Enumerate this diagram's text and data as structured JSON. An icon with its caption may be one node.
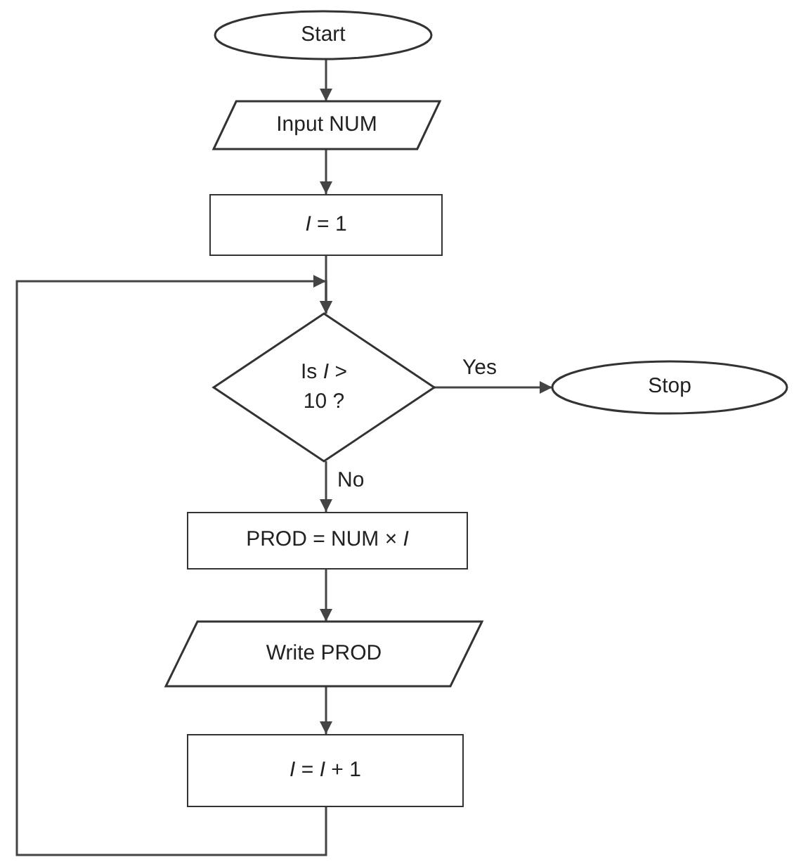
{
  "diagram": {
    "nodes": [
      {
        "text": [
          "Start"
        ]
      },
      {
        "text": [
          "Input NUM"
        ]
      },
      {
        "text": [
          "*I* = 1"
        ]
      },
      {
        "text": [
          "Is *I* > 10 ?"
        ]
      },
      {
        "text": [
          "Stop"
        ]
      },
      {
        "text": [
          "PROD = NUM × *I*"
        ]
      },
      {
        "text": [
          "Write PROD"
        ]
      },
      {
        "text": [
          "*I* = *I* + 1"
        ]
      }
    ],
    "edges": [
      {
        "from": 0,
        "to": 1,
        "arrow": "to"
      },
      {
        "from": 1,
        "to": 2,
        "arrow": "to"
      },
      {
        "from": 2,
        "to": 3,
        "arrow": "to"
      },
      {
        "from": 3,
        "to": 4,
        "arrow": "to",
        "label": "Yes"
      },
      {
        "from": 3,
        "to": 5,
        "arrow": "to",
        "label": "No"
      },
      {
        "from": 5,
        "to": 6,
        "arrow": "to"
      },
      {
        "from": 6,
        "to": 7,
        "arrow": "to"
      },
      {
        "from": 7,
        "to": 3,
        "arrow": "to"
      }
    ]
  }
}
